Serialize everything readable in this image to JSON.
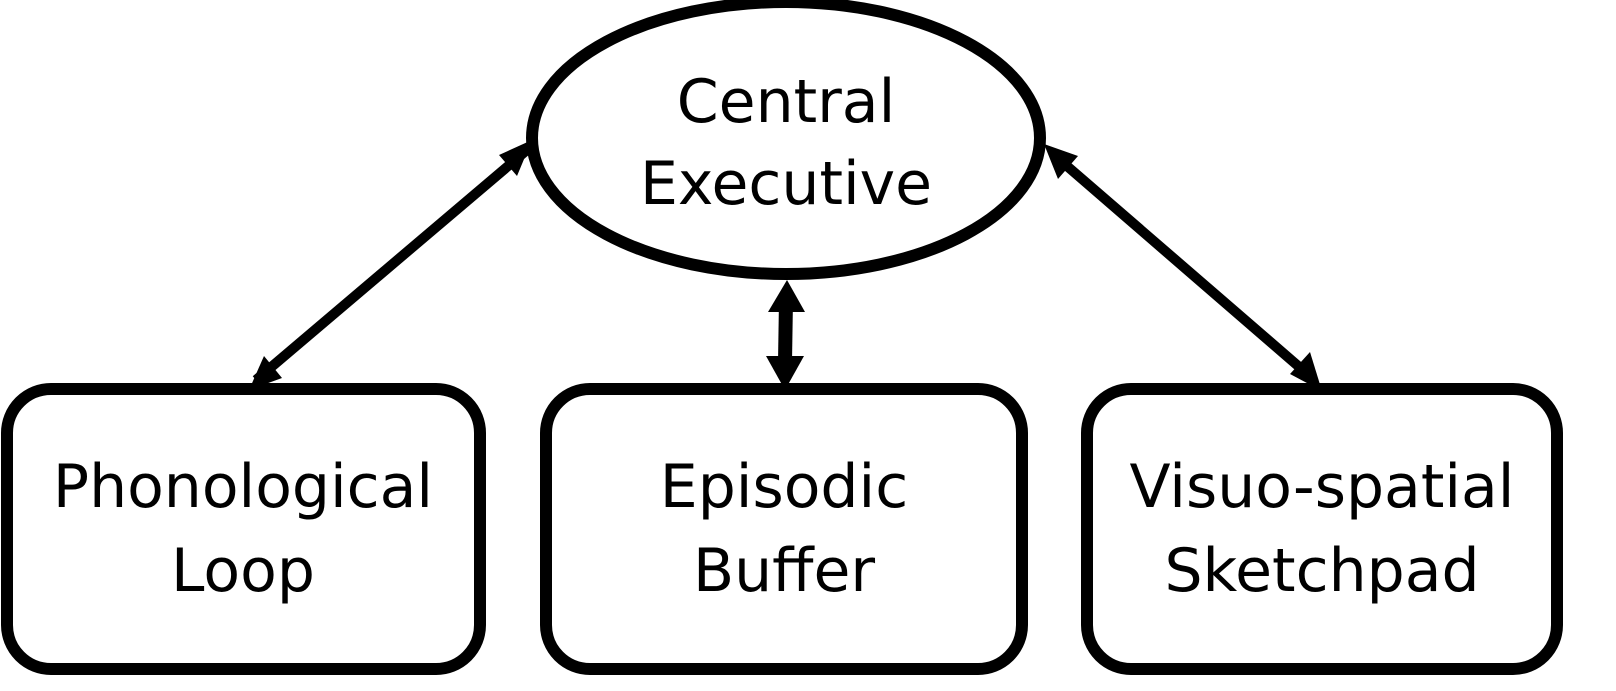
{
  "diagram": {
    "nodes": {
      "central_executive": {
        "line1": "Central",
        "line2": "Executive"
      },
      "phonological_loop": {
        "line1": "Phonological",
        "line2": "Loop"
      },
      "episodic_buffer": {
        "line1": "Episodic",
        "line2": "Buffer"
      },
      "visuospatial_sketchpad": {
        "line1": "Visuo-spatial",
        "line2": "Sketchpad"
      }
    },
    "connections": [
      {
        "from": "central_executive",
        "to": "phonological_loop",
        "direction": "bidirectional"
      },
      {
        "from": "central_executive",
        "to": "episodic_buffer",
        "direction": "bidirectional"
      },
      {
        "from": "central_executive",
        "to": "visuospatial_sketchpad",
        "direction": "bidirectional"
      }
    ],
    "colors": {
      "stroke": "#000000",
      "fill": "#ffffff",
      "text": "#000000"
    }
  }
}
